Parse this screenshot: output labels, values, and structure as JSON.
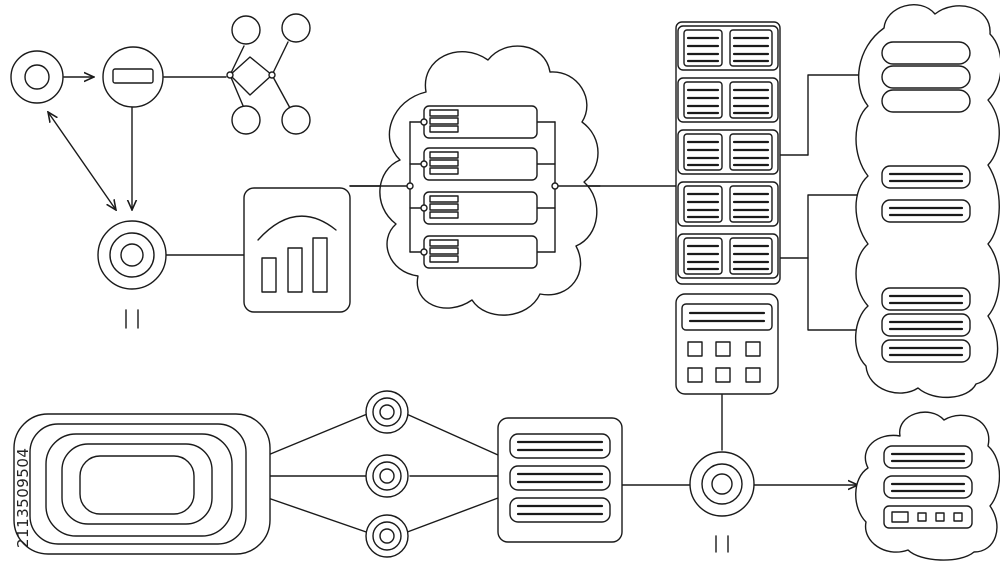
{
  "diagram": {
    "watermark_id": "211350950 4",
    "stock_id_text": "2113509504",
    "theme": {
      "stroke": "#1a1a1a",
      "background": "#ffffff"
    },
    "nodes": [
      "ring-node-top-left",
      "minus-node",
      "network-graph-icon",
      "ring-node-left",
      "analytics-panel",
      "server-cloud",
      "server-rack-column",
      "control-panel",
      "tall-cloud-storage",
      "stadium-node",
      "triple-ring-splitter",
      "server-stack-box",
      "ring-node-bottom",
      "small-cloud-storage"
    ]
  }
}
